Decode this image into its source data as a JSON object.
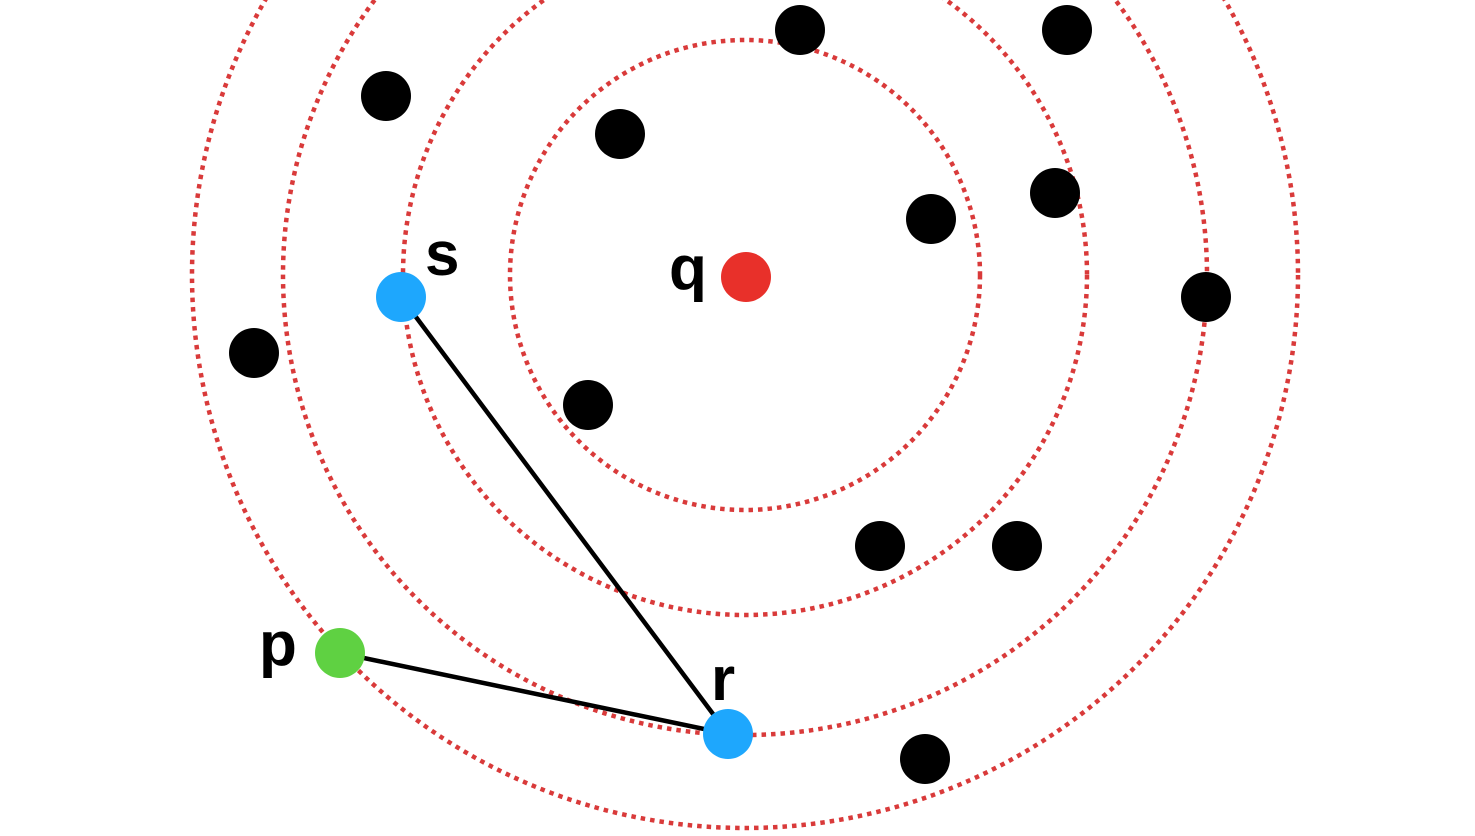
{
  "colors": {
    "ring": "#d93a3a",
    "query": "#e8302a",
    "selected": "#1ea7fd",
    "start": "#5fd142",
    "point": "#000000",
    "edge": "#000000",
    "label": "#000000"
  },
  "labels": {
    "q": "q",
    "s": "s",
    "p": "p",
    "r": "r"
  }
}
